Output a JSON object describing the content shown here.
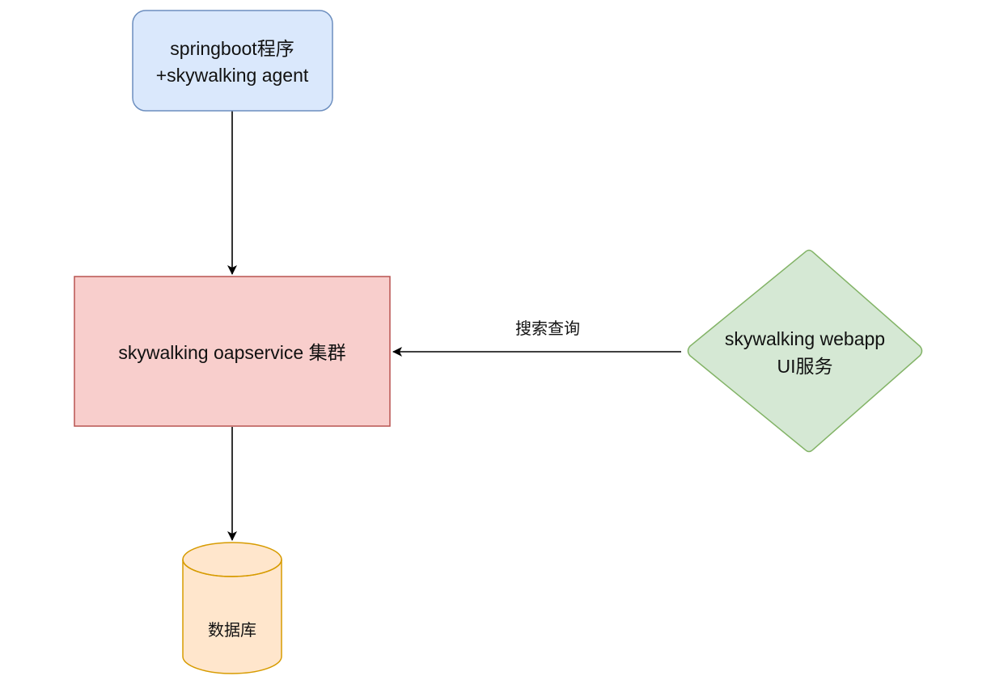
{
  "nodes": {
    "app": {
      "line1": "springboot程序",
      "line2": "+skywalking agent",
      "fill": "#dae8fc",
      "stroke": "#6c8ebf"
    },
    "oap": {
      "label": "skywalking oapservice 集群",
      "fill": "#f8cecc",
      "stroke": "#b85450"
    },
    "webapp": {
      "line1": "skywalking webapp",
      "line2": "UI服务",
      "fill": "#d5e8d4",
      "stroke": "#82b366"
    },
    "db": {
      "label": "数据库",
      "fill": "#ffe6cc",
      "stroke": "#d79b00"
    }
  },
  "edges": {
    "query": {
      "label": "搜索查询"
    }
  },
  "colors": {
    "edge": "#000000"
  }
}
